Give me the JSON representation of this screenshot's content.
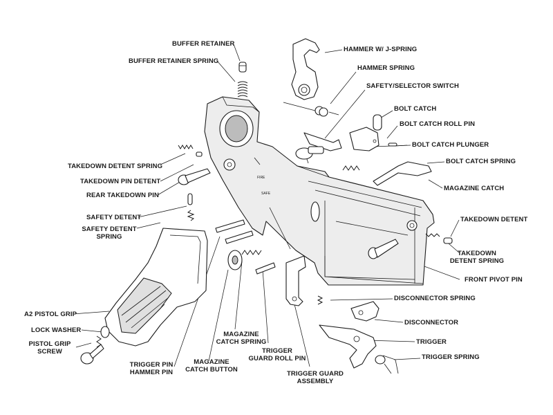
{
  "labels": {
    "buffer_retainer": "BUFFER RETAINER",
    "buffer_retainer_spring": "BUFFER RETAINER SPRING",
    "hammer_j_spring": "HAMMER W/ J-SPRING",
    "hammer_spring": "HAMMER SPRING",
    "safety_selector_switch": "SAFETY/SELECTOR SWITCH",
    "bolt_catch": "BOLT CATCH",
    "bolt_catch_roll_pin": "BOLT CATCH ROLL PIN",
    "bolt_catch_plunger": "BOLT CATCH PLUNGER",
    "bolt_catch_spring": "BOLT CATCH SPRING",
    "magazine_catch": "MAGAZINE CATCH",
    "takedown_detent_spring": "TAKEDOWN DETENT SPRING",
    "takedown_pin_detent": "TAKEDOWN PIN DETENT",
    "rear_takedown_pin": "REAR TAKEDOWN PIN",
    "safety_detent": "SAFETY DETENT",
    "safety_detent_spring_1": "SAFETY DETENT",
    "safety_detent_spring_2": "SPRING",
    "takedown_detent": "TAKEDOWN DETENT",
    "takedown_detent_spring_right_1": "TAKEDOWN",
    "takedown_detent_spring_right_2": "DETENT SPRING",
    "front_pivot_pin": "FRONT PIVOT PIN",
    "disconnector_spring": "DISCONNECTOR SPRING",
    "disconnector": "DISCONNECTOR",
    "trigger": "TRIGGER",
    "trigger_spring": "TRIGGER SPRING",
    "a2_pistol_grip": "A2 PISTOL GRIP",
    "lock_washer": "LOCK WASHER",
    "pistol_grip_screw_1": "PISTOL GRIP",
    "pistol_grip_screw_2": "SCREW",
    "trigger_pin_1": "TRIGGER PIN",
    "trigger_pin_2": "HAMMER PIN",
    "magazine_catch_button_1": "MAGAZINE",
    "magazine_catch_button_2": "CATCH BUTTON",
    "magazine_catch_spring_1": "MAGAZINE",
    "magazine_catch_spring_2": "CATCH SPRING",
    "trigger_guard_roll_pin_1": "TRIGGER",
    "trigger_guard_roll_pin_2": "GUARD ROLL PIN",
    "trigger_guard_assembly_1": "TRIGGER GUARD",
    "trigger_guard_assembly_2": "ASSEMBLY"
  },
  "engravings": {
    "fire": "FIRE",
    "safe": "SAFE"
  }
}
